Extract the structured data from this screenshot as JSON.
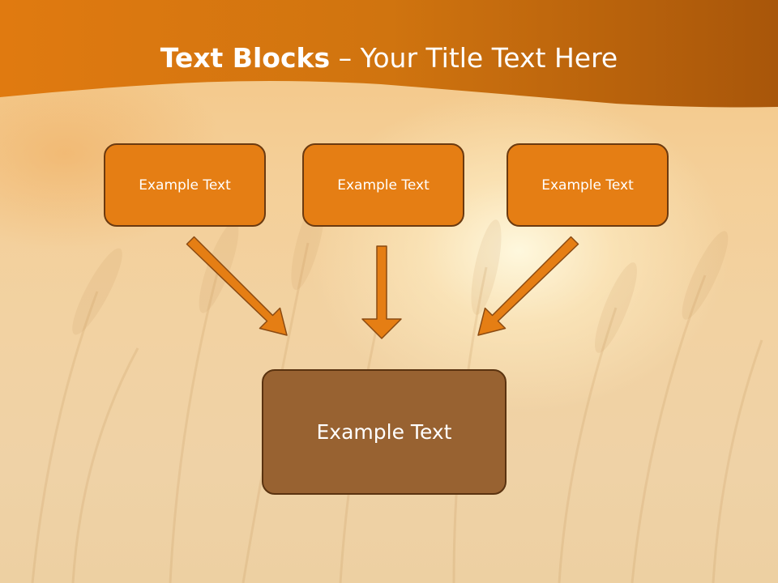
{
  "slide": {
    "title_bold": "Text Blocks",
    "title_dash": " – ",
    "title_rest": "Your Title Text Here"
  },
  "blocks": {
    "top": [
      {
        "text": "Example Text"
      },
      {
        "text": "Example Text"
      },
      {
        "text": "Example Text"
      }
    ],
    "bottom": {
      "text": "Example Text"
    }
  },
  "colors": {
    "header": "#d97a10",
    "block_fill": "#e57e14",
    "bottom_fill": "#986231",
    "arrow_fill": "#e57e14",
    "outline": "#6b3a10"
  }
}
